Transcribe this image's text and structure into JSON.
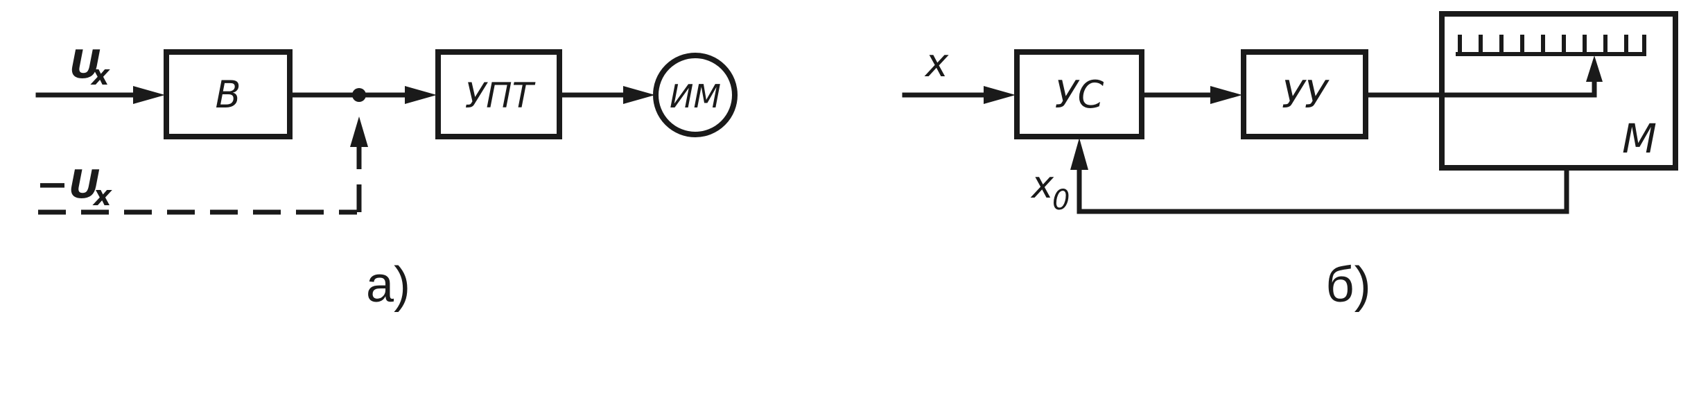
{
  "panel_a": {
    "input_label": "U",
    "input_sub": "x",
    "neg_input_label": "−U",
    "neg_input_sub": "x",
    "block_b": "B",
    "block_upt": "УПТ",
    "block_im": "ИМ",
    "caption": "а)"
  },
  "panel_b": {
    "input_label": "x",
    "feedback_label": "x",
    "feedback_sub": "0",
    "block_us": "УС",
    "block_uu": "УУ",
    "block_m": "M",
    "caption": "б)"
  }
}
